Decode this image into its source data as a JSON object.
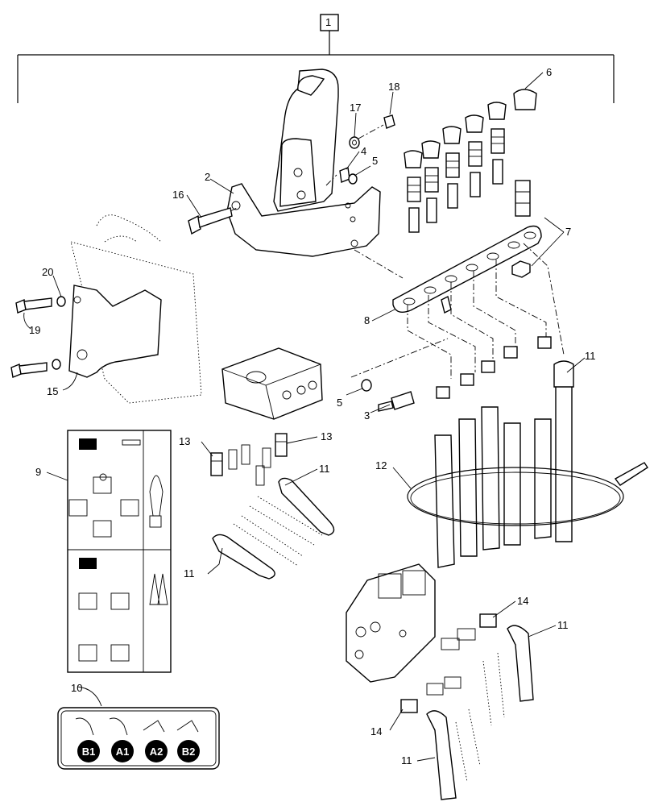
{
  "diagram": {
    "callouts": [
      {
        "id": "c1",
        "label": "1"
      },
      {
        "id": "c2",
        "label": "2"
      },
      {
        "id": "c3",
        "label": "3"
      },
      {
        "id": "c4",
        "label": "4"
      },
      {
        "id": "c5a",
        "label": "5"
      },
      {
        "id": "c5b",
        "label": "5"
      },
      {
        "id": "c6",
        "label": "6"
      },
      {
        "id": "c7",
        "label": "7"
      },
      {
        "id": "c8",
        "label": "8"
      },
      {
        "id": "c9",
        "label": "9"
      },
      {
        "id": "c10",
        "label": "10"
      },
      {
        "id": "c11a",
        "label": "11"
      },
      {
        "id": "c11b",
        "label": "11"
      },
      {
        "id": "c11c",
        "label": "11"
      },
      {
        "id": "c11d",
        "label": "11"
      },
      {
        "id": "c11e",
        "label": "11"
      },
      {
        "id": "c12",
        "label": "12"
      },
      {
        "id": "c13a",
        "label": "13"
      },
      {
        "id": "c13b",
        "label": "13"
      },
      {
        "id": "c14a",
        "label": "14"
      },
      {
        "id": "c14b",
        "label": "14"
      },
      {
        "id": "c15",
        "label": "15"
      },
      {
        "id": "c16",
        "label": "16"
      },
      {
        "id": "c17",
        "label": "17"
      },
      {
        "id": "c18",
        "label": "18"
      },
      {
        "id": "c19",
        "label": "19"
      },
      {
        "id": "c20",
        "label": "20"
      }
    ],
    "decal_labels": [
      "B1",
      "A1",
      "A2",
      "B2"
    ]
  }
}
